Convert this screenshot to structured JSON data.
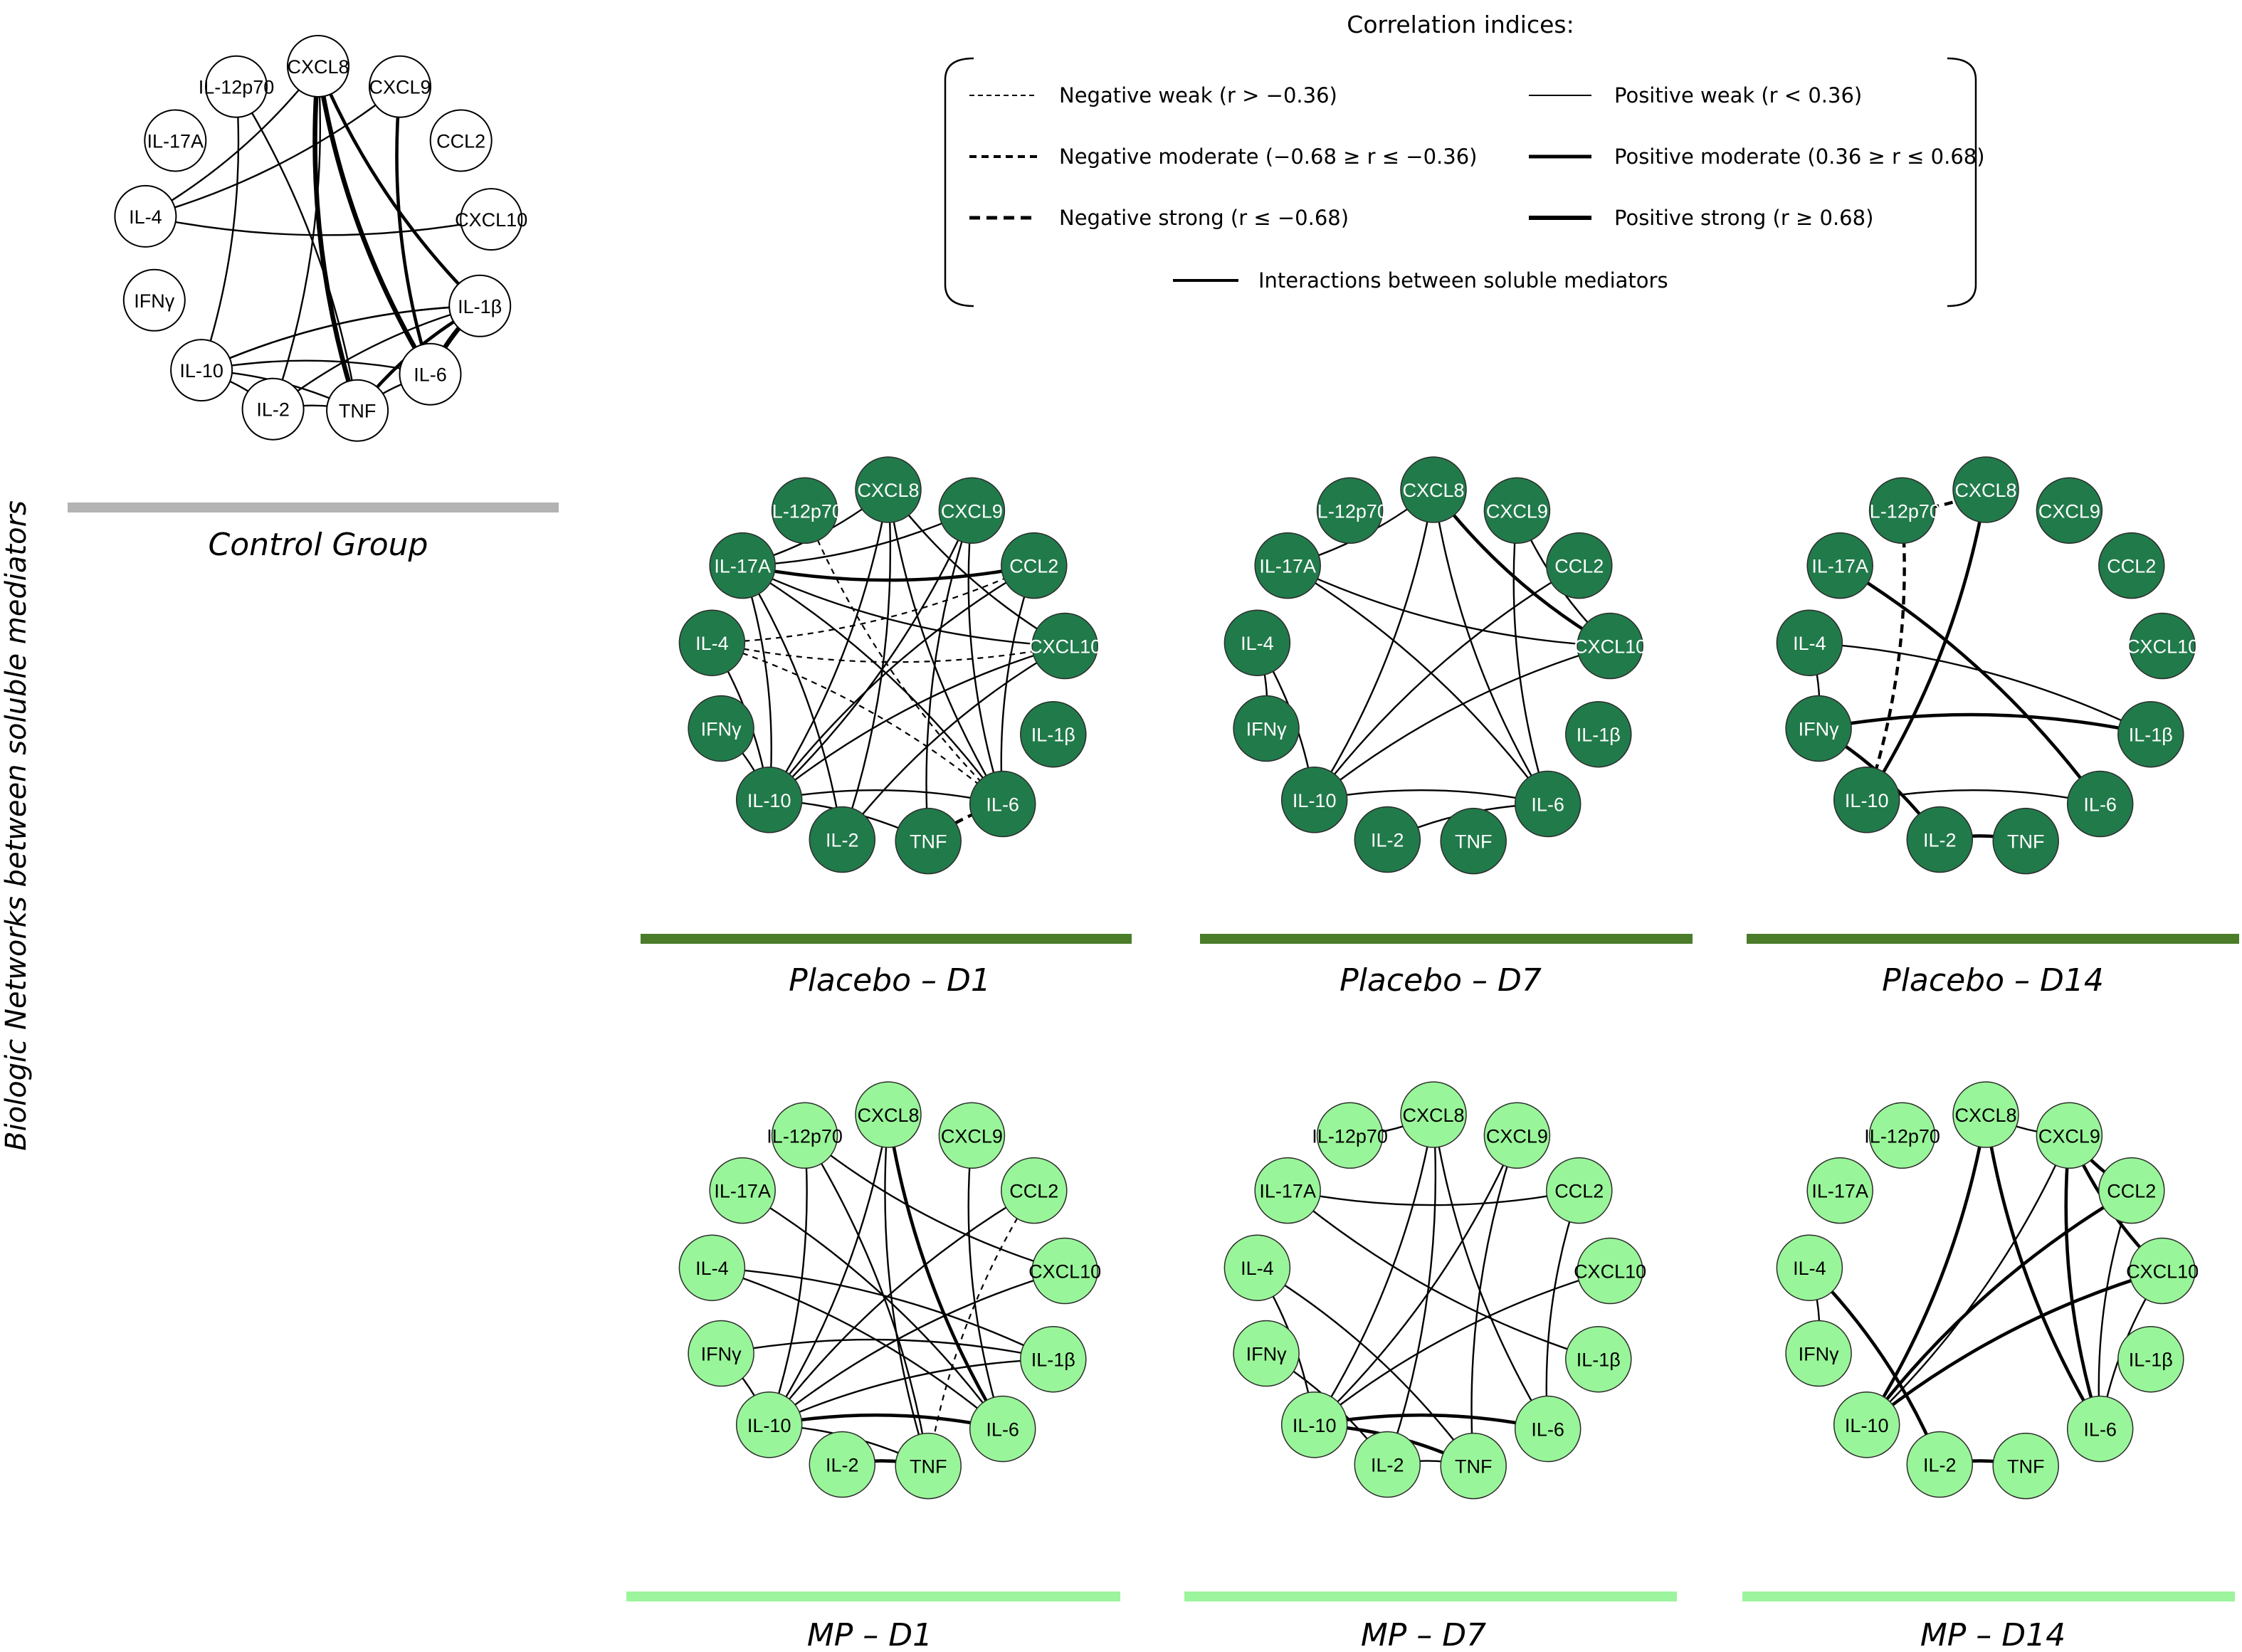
{
  "y_title": "Biologic Networks between soluble mediators",
  "legend": {
    "title": "Correlation indices:",
    "items": [
      {
        "key": "neg_weak",
        "label": "Negative weak (r > −0.36)"
      },
      {
        "key": "neg_mod",
        "label": "Negative moderate (−0.68 ≥ r ≤ −0.36)"
      },
      {
        "key": "neg_strong",
        "label": "Negative strong (r ≤ −0.68)"
      },
      {
        "key": "pos_weak",
        "label": "Positive weak (r < 0.36)"
      },
      {
        "key": "pos_mod",
        "label": "Positive moderate (0.36 ≥ r ≤ 0.68)"
      },
      {
        "key": "pos_strong",
        "label": "Positive strong (r ≥ 0.68)"
      },
      {
        "key": "interaction",
        "label": "Interactions between soluble mediators"
      }
    ]
  },
  "nodes": [
    "IL-12p70",
    "CXCL8",
    "CXCL9",
    "CCL2",
    "CXCL10",
    "IL-1β",
    "IL-6",
    "TNF",
    "IL-2",
    "IL-10",
    "IFNγ",
    "IL-4",
    "IL-17A"
  ],
  "colors": {
    "control_fill": "#ffffff",
    "control_text": "#000000",
    "control_bar": "#b3b3b3",
    "placebo_fill": "#217a4a",
    "placebo_text": "#ffffff",
    "placebo_bar": "#4b7c2a",
    "mp_fill": "#99f599",
    "mp_text": "#000000",
    "mp_bar": "#9cf49c",
    "edge": "#000000"
  },
  "panels": [
    {
      "id": "control",
      "label": "Control Group",
      "style": "control",
      "edges": [
        [
          "IL-12p70",
          "TNF",
          "w"
        ],
        [
          "IL-12p70",
          "IL-10",
          "w"
        ],
        [
          "CXCL8",
          "IL-6",
          "s"
        ],
        [
          "CXCL8",
          "TNF",
          "s"
        ],
        [
          "CXCL8",
          "IL-1β",
          "m"
        ],
        [
          "CXCL8",
          "IL-2",
          "w"
        ],
        [
          "CXCL8",
          "IL-4",
          "w"
        ],
        [
          "CXCL9",
          "IL-6",
          "m"
        ],
        [
          "CXCL9",
          "IL-4",
          "w"
        ],
        [
          "IL-4",
          "CXCL10",
          "w"
        ],
        [
          "IL-1β",
          "IL-10",
          "w"
        ],
        [
          "IL-1β",
          "IL-2",
          "w"
        ],
        [
          "IL-1β",
          "TNF",
          "m"
        ],
        [
          "IL-1β",
          "IL-6",
          "s"
        ],
        [
          "IL-6",
          "IL-10",
          "w"
        ],
        [
          "IL-6",
          "TNF",
          "w"
        ],
        [
          "IL-10",
          "TNF",
          "w"
        ],
        [
          "IL-10",
          "IL-2",
          "w"
        ],
        [
          "IL-2",
          "TNF",
          "w"
        ],
        [
          "IL-10",
          "IL-1β",
          "w"
        ]
      ]
    },
    {
      "id": "placebo_d1",
      "label": "Placebo – D1",
      "style": "placebo",
      "edges": [
        [
          "IL-17A",
          "CXCL8",
          "w"
        ],
        [
          "IL-17A",
          "CXCL9",
          "w"
        ],
        [
          "IL-17A",
          "CCL2",
          "m"
        ],
        [
          "IL-17A",
          "CXCL10",
          "w"
        ],
        [
          "IL-17A",
          "IL-6",
          "w"
        ],
        [
          "IL-17A",
          "IL-10",
          "w"
        ],
        [
          "IL-17A",
          "IL-2",
          "w"
        ],
        [
          "IL-4",
          "CCL2",
          "nw"
        ],
        [
          "IL-4",
          "IL-6",
          "nw"
        ],
        [
          "IL-4",
          "CXCL10",
          "nw"
        ],
        [
          "IL-12p70",
          "IL-6",
          "nw"
        ],
        [
          "CXCL8",
          "IL-10",
          "w"
        ],
        [
          "CXCL8",
          "IL-6",
          "w"
        ],
        [
          "CXCL8",
          "IL-2",
          "w"
        ],
        [
          "CXCL8",
          "CXCL10",
          "w"
        ],
        [
          "CXCL9",
          "IL-10",
          "w"
        ],
        [
          "CXCL9",
          "TNF",
          "w"
        ],
        [
          "CXCL9",
          "IL-6",
          "w"
        ],
        [
          "CCL2",
          "IL-10",
          "w"
        ],
        [
          "CCL2",
          "IL-6",
          "w"
        ],
        [
          "CXCL10",
          "IL-10",
          "w"
        ],
        [
          "CXCL10",
          "IL-2",
          "w"
        ],
        [
          "IFNγ",
          "IL-10",
          "w"
        ],
        [
          "IL-10",
          "TNF",
          "w"
        ],
        [
          "IL-6",
          "TNF",
          "nm"
        ],
        [
          "IL-10",
          "IL-6",
          "w"
        ],
        [
          "IL-4",
          "IL-10",
          "w"
        ]
      ]
    },
    {
      "id": "placebo_d7",
      "label": "Placebo – D7",
      "style": "placebo",
      "edges": [
        [
          "IL-17A",
          "CXCL10",
          "w"
        ],
        [
          "IL-17A",
          "IL-6",
          "w"
        ],
        [
          "IL-17A",
          "CXCL8",
          "w"
        ],
        [
          "CXCL8",
          "CXCL10",
          "m"
        ],
        [
          "CXCL8",
          "IL-6",
          "w"
        ],
        [
          "CXCL8",
          "IL-10",
          "w"
        ],
        [
          "CXCL9",
          "CXCL10",
          "w"
        ],
        [
          "CXCL9",
          "IL-6",
          "w"
        ],
        [
          "CCL2",
          "IL-10",
          "w"
        ],
        [
          "CXCL10",
          "IL-10",
          "w"
        ],
        [
          "IL-4",
          "IL-10",
          "w"
        ],
        [
          "IL-4",
          "IFNγ",
          "w"
        ],
        [
          "IL-2",
          "IL-6",
          "w"
        ],
        [
          "IL-10",
          "IL-6",
          "w"
        ]
      ]
    },
    {
      "id": "placebo_d14",
      "label": "Placebo – D14",
      "style": "placebo",
      "edges": [
        [
          "IL-12p70",
          "IL-10",
          "nm"
        ],
        [
          "IL-12p70",
          "CXCL8",
          "nm"
        ],
        [
          "CXCL8",
          "IL-10",
          "m"
        ],
        [
          "IL-17A",
          "IL-6",
          "m"
        ],
        [
          "IL-4",
          "IL-1β",
          "w"
        ],
        [
          "IL-4",
          "IFNγ",
          "w"
        ],
        [
          "IFNγ",
          "IL-1β",
          "m"
        ],
        [
          "IFNγ",
          "IL-2",
          "m"
        ],
        [
          "IL-10",
          "IL-6",
          "w"
        ],
        [
          "IL-2",
          "TNF",
          "m"
        ]
      ]
    },
    {
      "id": "mp_d1",
      "label": "MP – D1",
      "style": "mp",
      "edges": [
        [
          "IL-12p70",
          "IL-10",
          "w"
        ],
        [
          "IL-12p70",
          "TNF",
          "w"
        ],
        [
          "IL-12p70",
          "CXCL10",
          "w"
        ],
        [
          "CXCL8",
          "IL-6",
          "m"
        ],
        [
          "CXCL8",
          "TNF",
          "w"
        ],
        [
          "CXCL8",
          "IL-10",
          "w"
        ],
        [
          "CXCL9",
          "IL-6",
          "w"
        ],
        [
          "CCL2",
          "TNF",
          "nw"
        ],
        [
          "CCL2",
          "IL-10",
          "w"
        ],
        [
          "CXCL10",
          "IL-10",
          "w"
        ],
        [
          "IL-17A",
          "IL-6",
          "w"
        ],
        [
          "IL-4",
          "IL-1β",
          "w"
        ],
        [
          "IL-4",
          "IL-6",
          "w"
        ],
        [
          "IFNγ",
          "IL-1β",
          "w"
        ],
        [
          "IL-10",
          "IL-1β",
          "w"
        ],
        [
          "IL-10",
          "IL-6",
          "m"
        ],
        [
          "IL-10",
          "TNF",
          "w"
        ],
        [
          "IL-2",
          "TNF",
          "m"
        ],
        [
          "IFNγ",
          "IL-10",
          "w"
        ]
      ]
    },
    {
      "id": "mp_d7",
      "label": "MP – D7",
      "style": "mp",
      "edges": [
        [
          "IL-12p70",
          "CXCL8",
          "w"
        ],
        [
          "CXCL8",
          "IL-10",
          "w"
        ],
        [
          "CXCL8",
          "IL-6",
          "w"
        ],
        [
          "CXCL8",
          "IL-2",
          "w"
        ],
        [
          "CXCL9",
          "TNF",
          "w"
        ],
        [
          "CXCL9",
          "IL-10",
          "w"
        ],
        [
          "CCL2",
          "IL-6",
          "w"
        ],
        [
          "IL-17A",
          "IL-1β",
          "w"
        ],
        [
          "IL-17A",
          "CCL2",
          "w"
        ],
        [
          "IL-4",
          "TNF",
          "w"
        ],
        [
          "IL-4",
          "IL-10",
          "w"
        ],
        [
          "IFNγ",
          "IL-2",
          "w"
        ],
        [
          "IL-10",
          "IL-6",
          "m"
        ],
        [
          "IL-10",
          "TNF",
          "m"
        ],
        [
          "IL-2",
          "TNF",
          "w"
        ],
        [
          "CXCL10",
          "IL-10",
          "w"
        ]
      ]
    },
    {
      "id": "mp_d14",
      "label": "MP – D14",
      "style": "mp",
      "edges": [
        [
          "CXCL8",
          "IL-6",
          "m"
        ],
        [
          "CXCL8",
          "IL-10",
          "m"
        ],
        [
          "CXCL8",
          "CXCL9",
          "w"
        ],
        [
          "CXCL9",
          "IL-6",
          "m"
        ],
        [
          "CXCL9",
          "CCL2",
          "m"
        ],
        [
          "CXCL9",
          "CXCL10",
          "m"
        ],
        [
          "CCL2",
          "IL-10",
          "m"
        ],
        [
          "CCL2",
          "IL-6",
          "w"
        ],
        [
          "CXCL10",
          "IL-6",
          "w"
        ],
        [
          "CXCL10",
          "IL-10",
          "m"
        ],
        [
          "IL-4",
          "IFNγ",
          "w"
        ],
        [
          "IL-4",
          "IL-2",
          "m"
        ],
        [
          "IL-2",
          "TNF",
          "m"
        ],
        [
          "IL-10",
          "CXCL9",
          "w"
        ]
      ]
    }
  ]
}
